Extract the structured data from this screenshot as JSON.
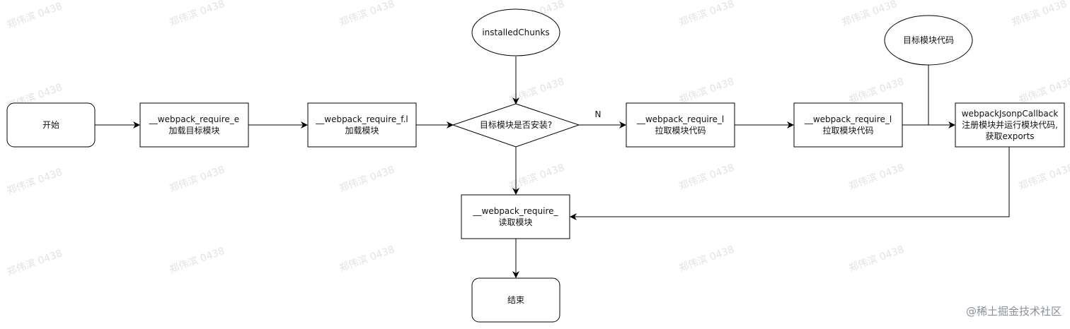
{
  "diagram": {
    "nodes": {
      "start": "开始",
      "load_target": [
        "__webpack_require_e",
        "加载目标模块"
      ],
      "load_module": [
        "__webpack_require_f.l",
        "加载模块"
      ],
      "installed_chunks": "installedChunks",
      "is_installed": "目标模块是否安装?",
      "pull_code_1": [
        "__webpack_require_l",
        "拉取模块代码"
      ],
      "pull_code_2": [
        "__webpack_require_l",
        "拉取模块代码"
      ],
      "target_code": "目标模块代码",
      "jsonp_callback": [
        "webpackJsonpCallback",
        "注册模块并运行模块代码,",
        "获取exports"
      ],
      "read_module": [
        "__webpack_require_",
        "读取模块"
      ],
      "end": "结束"
    },
    "edge_labels": {
      "no": "N"
    }
  },
  "watermark": {
    "repeated": "郑伟滨 0438",
    "corner": "@稀土掘金技术社区"
  },
  "colors": {
    "stroke": "#000000",
    "fill": "#ffffff",
    "watermark": "#d9d9d9"
  }
}
